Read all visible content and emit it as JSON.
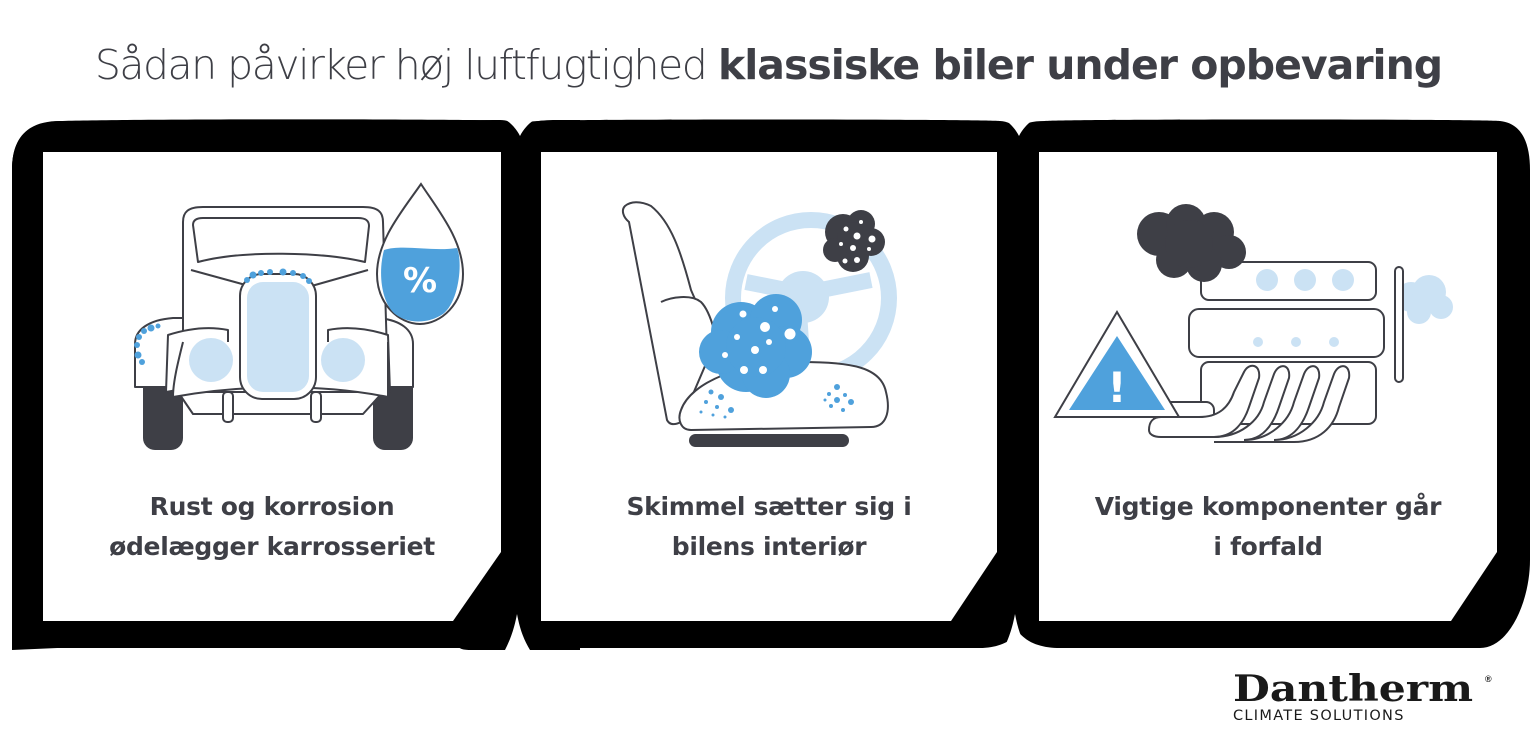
{
  "title": {
    "light": "Sådan påvirker høj luftfugtighed",
    "bold": "klassiske biler under opbevaring"
  },
  "colors": {
    "text": "#3e3f46",
    "frame": "#000000",
    "accent_blue": "#4fa1dc",
    "light_blue": "#cbe2f4",
    "dark_gray": "#3e3f46"
  },
  "panels": [
    {
      "icon": "classic-car-rust-humidity-icon",
      "caption_line1": "Rust og korrosion",
      "caption_line2": "ødelægger karrosseriet",
      "badge": "%"
    },
    {
      "icon": "car-seat-mold-icon",
      "caption_line1": "Skimmel sætter sig i",
      "caption_line2": "bilens interiør"
    },
    {
      "icon": "engine-warning-icon",
      "caption_line1": "Vigtige komponenter går",
      "caption_line2": "i forfald",
      "badge": "!"
    }
  ],
  "logo": {
    "brand": "Dantherm",
    "registered": "®",
    "tagline": "CLIMATE SOLUTIONS"
  }
}
